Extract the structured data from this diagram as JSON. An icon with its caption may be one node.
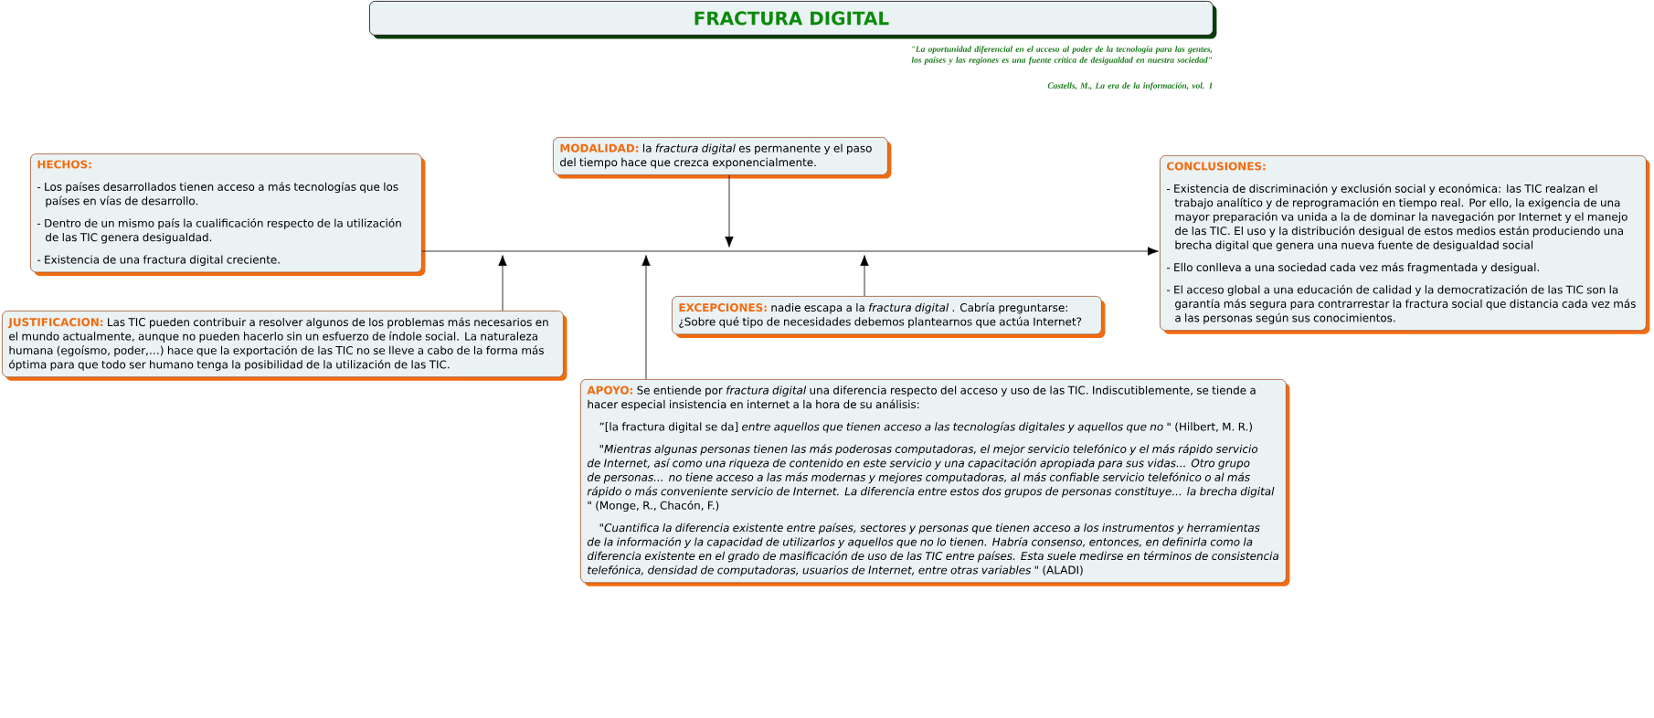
{
  "diagram": {
    "title": "FRACTURA DIGITAL",
    "nodes": [
      {
        "text": [
          "HECHOS:",
          "- Los países desarrollados tienen acceso a más tecnologías que los países en vías de desarrollo.",
          "- Dentro de un mismo país la cualificación respecto de la utilización de las TIC genera desigualdad.",
          "- Existencia de una fractura digital creciente."
        ]
      },
      {
        "text": [
          "MODALIDAD:",
          "la *fractura digital* es permanente y el paso del tiempo hace que crezca exponencialmente."
        ]
      },
      {
        "text": [
          "CONCLUSIONES:",
          "- Existencia de discriminación y exclusión social y económica: las TIC realzan el trabajo analítico y de reprogramación en tiempo real. Por ello, la exigencia de una mayor preparación va unida a la de dominar la navegación por Internet y el manejo de las TIC. El uso y la distribución desigual de estos medios están produciendo una brecha digital que genera una nueva fuente de desigualdad social",
          "- Ello conlleva a una sociedad cada vez más fragmentada y desigual.",
          "- El acceso global a una educación de calidad y la democratización de las TIC son la garantía más segura para contrarrestar la fractura social que distancia cada vez más a las personas según sus conocimientos."
        ]
      },
      {
        "text": [
          "JUSTIFICACION:",
          "Las TIC pueden contribuir a resolver algunos de los problemas más necesarios en el mundo actualmente, aunque no pueden hacerlo sin un esfuerzo de índole social. La naturaleza humana (egoísmo, poder,…) hace que la exportación de las TIC no se lleve a cabo de la forma más óptima para que todo ser humano tenga la posibilidad de la utilización de las TIC."
        ]
      },
      {
        "text": [
          "EXCEPCIONES:",
          "nadie escapa a la *fractura digital* . Cabría preguntarse: ¿Sobre qué tipo de necesidades debemos plantearnos que actúa Internet?"
        ]
      },
      {
        "text": [
          "APOYO:",
          "Se entiende por *fractura digital* una diferencia respecto del acceso y uso de las TIC. Indiscutiblemente, se tiende a hacer especial insistencia en internet a la hora de su análisis:",
          "”[la fractura digital se da] *entre aquellos que tienen acceso a las tecnologías digitales y aquellos que no* \" (Hilbert, M. R.)",
          "*\"Mientras algunas personas tienen las más poderosas computadoras, el mejor servicio telefónico y el más rápido servicio de Internet, así como una riqueza de contenido en este servicio y una capacitación apropiada para sus vidas... Otro grupo de personas... no tiene acceso a las más modernas y mejores computadoras, al más confiable servicio telefónico o al más rápido o más conveniente servicio de Internet. La diferencia entre estos dos grupos de personas constituye... la brecha digital* \" (Monge, R., Chacón, F.)",
          "*\"Cuantifica la diferencia existente entre países, sectores y personas que tienen acceso a los instrumentos y herramientas de la información y la capacidad de utilizarlos y aquellos que no lo tienen. Habría consenso, entonces, en definirla como la diferencia existente en el grado de masificación de uso de las TIC entre países. Esta suele medirse en términos de consistencia telefónica, densidad de computadoras, usuarios de Internet, entre otras variables* \" (ALADI)"
        ]
      }
    ],
    "edges": [
      {
        "from": 0,
        "to": 2,
        "arrow": "to"
      },
      {
        "from": 1,
        "to": null,
        "arrow": "to"
      },
      {
        "from": 3,
        "to": null,
        "arrow": "to"
      },
      {
        "from": 5,
        "to": null,
        "arrow": "to"
      },
      {
        "from": 4,
        "to": null,
        "arrow": "to"
      }
    ],
    "labels": [
      "\"La oportunidad diferencial en el acceso al poder de la tecnología para las gentes, los países y las regiones es una fuente crítica de desigualdad en nuestra sociedad\"",
      "Castells, M., La era de la información, vol. I"
    ]
  }
}
